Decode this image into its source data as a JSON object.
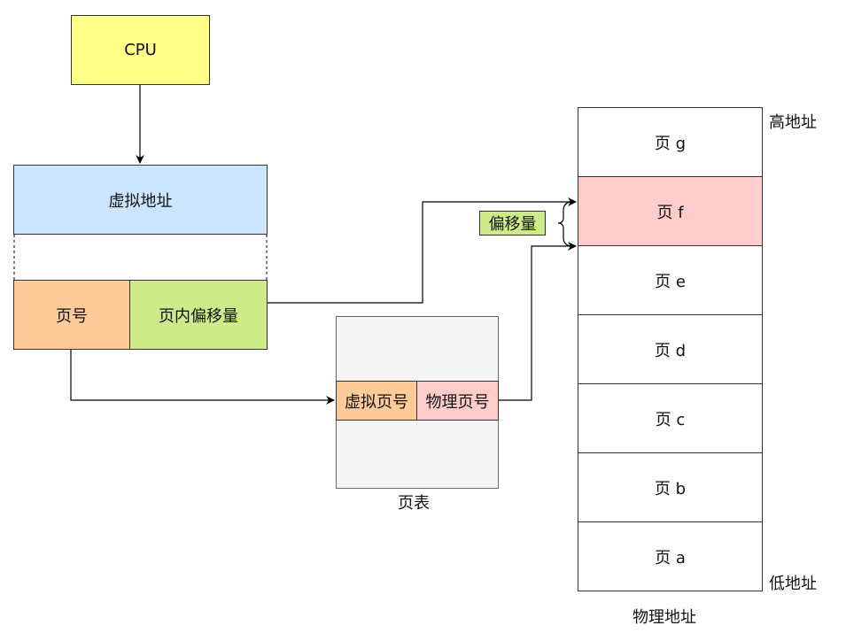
{
  "colors": {
    "cpu": "#ffff88",
    "virtual_address": "#cce5ff",
    "page_number": "#ffcc99",
    "offset": "#cdeb8b",
    "page_table_bg": "#f5f5f5",
    "physical_page_number": "#ffcccc",
    "highlight_page": "#ffcccc",
    "page": "#ffffff",
    "stroke": "#000000"
  },
  "cpu": {
    "label": "CPU"
  },
  "virtual_address": {
    "label": "虚拟地址",
    "page_number": "页号",
    "page_offset": "页内偏移量"
  },
  "page_table": {
    "caption": "页表",
    "virtual_page_number": "虚拟页号",
    "physical_page_number": "物理页号"
  },
  "offset_tag": "偏移量",
  "physical_memory": {
    "caption": "物理地址",
    "high_label": "高地址",
    "low_label": "低地址",
    "pages": [
      {
        "label": "页 g",
        "highlighted": false
      },
      {
        "label": "页 f",
        "highlighted": true
      },
      {
        "label": "页 e",
        "highlighted": false
      },
      {
        "label": "页 d",
        "highlighted": false
      },
      {
        "label": "页 c",
        "highlighted": false
      },
      {
        "label": "页 b",
        "highlighted": false
      },
      {
        "label": "页 a",
        "highlighted": false
      }
    ]
  }
}
